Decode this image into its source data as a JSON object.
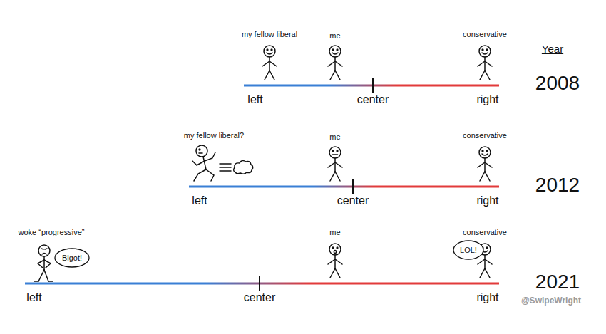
{
  "diagram": {
    "nodes": [
      {
        "text": [
          "Bigot!"
        ]
      },
      {
        "text": [
          "LOL!"
        ]
      }
    ],
    "labels": [
      "my fellow liberal",
      "me",
      "conservative",
      "Year",
      "2008",
      "left",
      "center",
      "right",
      "my fellow liberal?",
      "me",
      "conservative",
      "left",
      "center",
      "right",
      "2012",
      "woke “progressive”",
      "me",
      "conservative",
      "left",
      "center",
      "right",
      "2021",
      "@SwipeWright"
    ]
  }
}
